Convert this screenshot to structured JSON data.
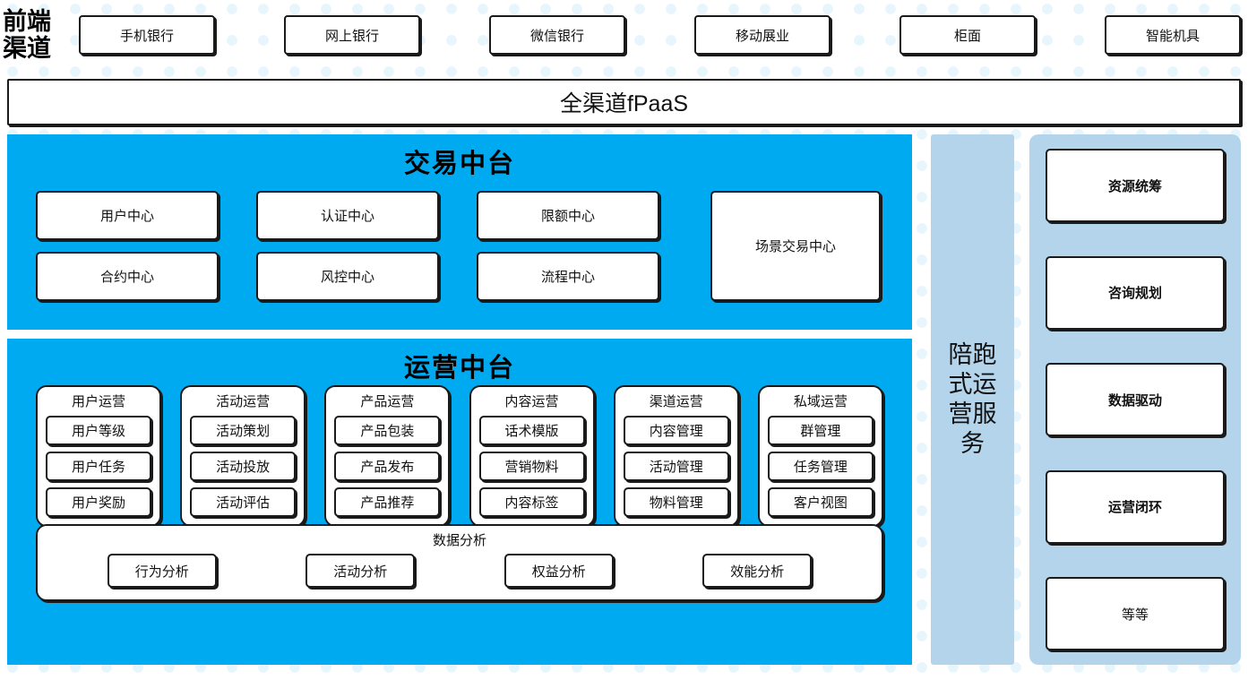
{
  "channel": {
    "label": "前端\n渠道",
    "label_line1": "前端",
    "label_line2": "渠道",
    "items": [
      {
        "label": "手机银行"
      },
      {
        "label": "网上银行"
      },
      {
        "label": "微信银行"
      },
      {
        "label": "移动展业"
      },
      {
        "label": "柜面"
      },
      {
        "label": "智能机具"
      }
    ]
  },
  "fpaas": {
    "label": "全渠道fPaaS"
  },
  "trade_platform": {
    "title": "交易中台",
    "cells": [
      {
        "label": "用户中心"
      },
      {
        "label": "认证中心"
      },
      {
        "label": "限额中心"
      },
      {
        "label": "合约中心"
      },
      {
        "label": "风控中心"
      },
      {
        "label": "流程中心"
      }
    ],
    "wide_cell": {
      "label": "场景交易中心"
    }
  },
  "ops_platform": {
    "title": "运营中台",
    "groups": [
      {
        "title": "用户运营",
        "items": [
          "用户等级",
          "用户任务",
          "用户奖励"
        ]
      },
      {
        "title": "活动运营",
        "items": [
          "活动策划",
          "活动投放",
          "活动评估"
        ]
      },
      {
        "title": "产品运营",
        "items": [
          "产品包装",
          "产品发布",
          "产品推荐"
        ]
      },
      {
        "title": "内容运营",
        "items": [
          "话术模版",
          "营销物料",
          "内容标签"
        ]
      },
      {
        "title": "渠道运营",
        "items": [
          "内容管理",
          "活动管理",
          "物料管理"
        ]
      },
      {
        "title": "私域运营",
        "items": [
          "群管理",
          "任务管理",
          "客户视图"
        ]
      }
    ],
    "data_analysis": {
      "title": "数据分析",
      "items": [
        "行为分析",
        "活动分析",
        "权益分析",
        "效能分析"
      ]
    }
  },
  "accompany_service": {
    "label": "陪跑式运营服务"
  },
  "capability_panel": {
    "items": [
      {
        "label": "资源统筹",
        "bold": true
      },
      {
        "label": "咨询规划",
        "bold": true
      },
      {
        "label": "数据驱动",
        "bold": true
      },
      {
        "label": "运营闭环",
        "bold": true
      },
      {
        "label": "等等",
        "bold": false
      }
    ]
  },
  "colors": {
    "platform_blue": "#00AAF0",
    "panel_light_blue": "#b3d4ea",
    "background_dot": "#e7f5fd",
    "box_border": "#1a1a1a",
    "box_fill": "#ffffff"
  }
}
